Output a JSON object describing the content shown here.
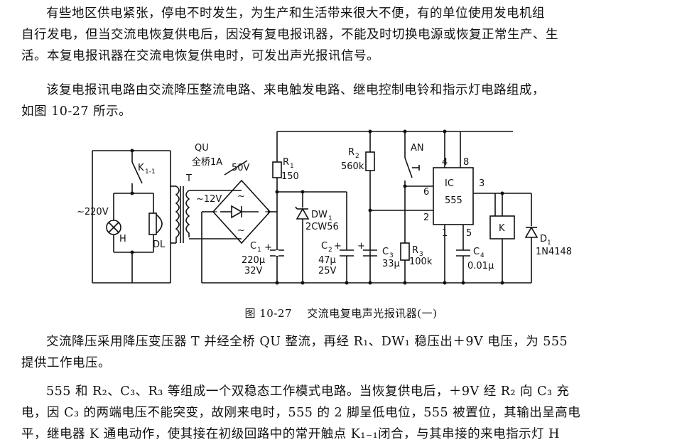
{
  "text": {
    "p1": [
      "有些地区供电紧张，停电不时发生，为生产和生活带来很大不便，有的单位使用发电机组",
      "自行发电，但当交流电恢复供电后，因没有复电报讯器，不能及时切换电源或恢复正常生产、生",
      "活。本复电报讯器在交流电恢复供电时，可发出声光报讯信号。"
    ],
    "p2": [
      "该复电报讯电路由交流降压整流电路、来电触发电路、继电控制电铃和指示灯电路组成，",
      "如图 10-27 所示。"
    ],
    "caption_num": "图 10-27",
    "caption_title": "交流电复电声光报讯器(一)",
    "p3": [
      "交流降压采用降压变压器 T 并经全桥 QU 整流，再经 R₁、DW₁ 稳压出＋9V 电压，为 555",
      "提供工作电压。"
    ],
    "p4": [
      "555 和 R₂、C₃、R₃ 等组成一个双稳态工作模式电路。当恢复供电后，＋9V 经 R₂ 向 C₃ 充",
      "电，因 C₃ 的两端电压不能突变，故刚来电时，555 的 2 脚呈低电位，555 被置位，其输出呈高电",
      "平，继电器 K 通电动作，使其接在初级回路中的常开触点 K₁₋₁闭合，与其串接的来电指示灯 H"
    ]
  },
  "schematic": {
    "k1": "K",
    "k1_sub": "1-1",
    "v220": "~220V",
    "h": "H",
    "dl": "DL",
    "qu": "QU",
    "bridge": "全桥1A",
    "v50": "50V",
    "t": "T",
    "v12": "~12V",
    "r1": "R",
    "r1_sub": "1",
    "r1_val": "150",
    "c1": "C",
    "c1_sub": "1",
    "c1_val1": "220μ",
    "c1_val2": "32V",
    "dw1": "DW",
    "dw1_sub": "1",
    "dw1_val": "2CW56",
    "r2": "R",
    "r2_sub": "2",
    "r2_val": "560k",
    "c2": "C",
    "c2_sub": "2",
    "c2_val1": "47μ",
    "c2_val2": "25V",
    "c3": "C",
    "c3_sub": "3",
    "c3_val": "33μ",
    "an": "AN",
    "r3": "R",
    "r3_sub": "3",
    "r3_val": "100k",
    "ic": "IC",
    "ic_val": "555",
    "pin4": "4",
    "pin8": "8",
    "pin6": "6",
    "pin2": "2",
    "pin1": "1",
    "pin5": "5",
    "pin3": "3",
    "c4": "C",
    "c4_sub": "4",
    "c4_val": "0.01μ",
    "k": "K",
    "d1": "D",
    "d1_sub": "1",
    "d1_val": "1N4148"
  }
}
